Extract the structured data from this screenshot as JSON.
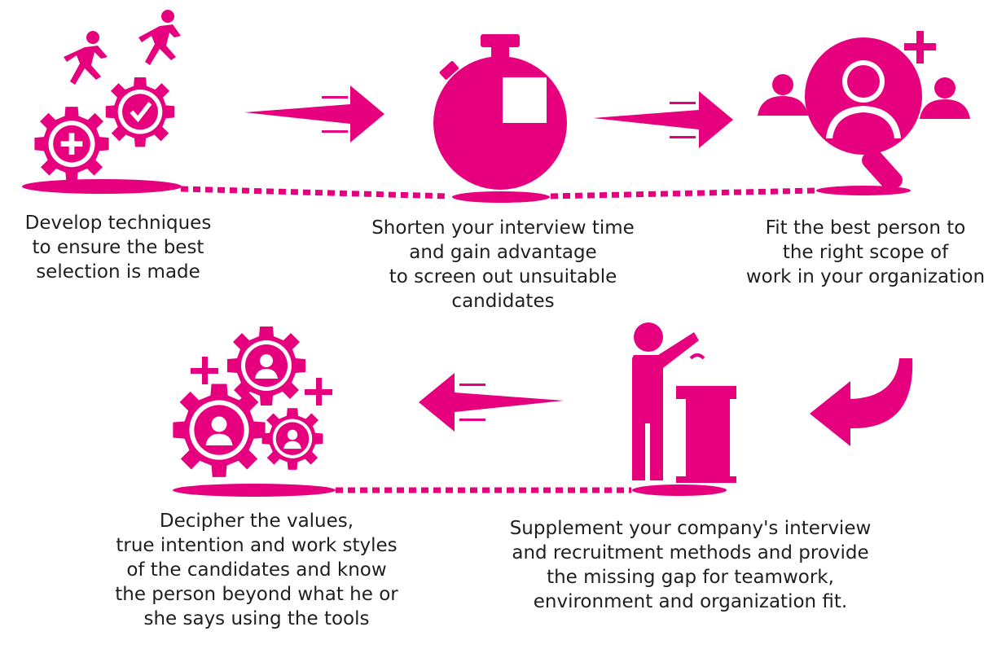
{
  "colors": {
    "accent": "#e6007e",
    "text": "#1f1f1f"
  },
  "steps": [
    {
      "icon": "runners-gears-icon",
      "lines": [
        "Develop techniques",
        "to ensure the best",
        "selection is made"
      ]
    },
    {
      "icon": "stopwatch-icon",
      "lines": [
        "Shorten your interview time",
        "and gain advantage",
        "to screen out unsuitable",
        "candidates"
      ]
    },
    {
      "icon": "magnifier-people-icon",
      "lines": [
        "Fit the best person to",
        "the right scope of",
        "work in your organization"
      ]
    },
    {
      "icon": "people-gears-icon",
      "lines": [
        "Decipher the values,",
        "true intention and work styles",
        "of the candidates and know",
        "the person beyond what he or",
        "she says using the tools"
      ]
    },
    {
      "icon": "speaker-podium-icon",
      "lines": [
        "Supplement your company's interview",
        "and recruitment methods and provide",
        "the missing gap for teamwork,",
        "environment and organization fit."
      ]
    }
  ]
}
